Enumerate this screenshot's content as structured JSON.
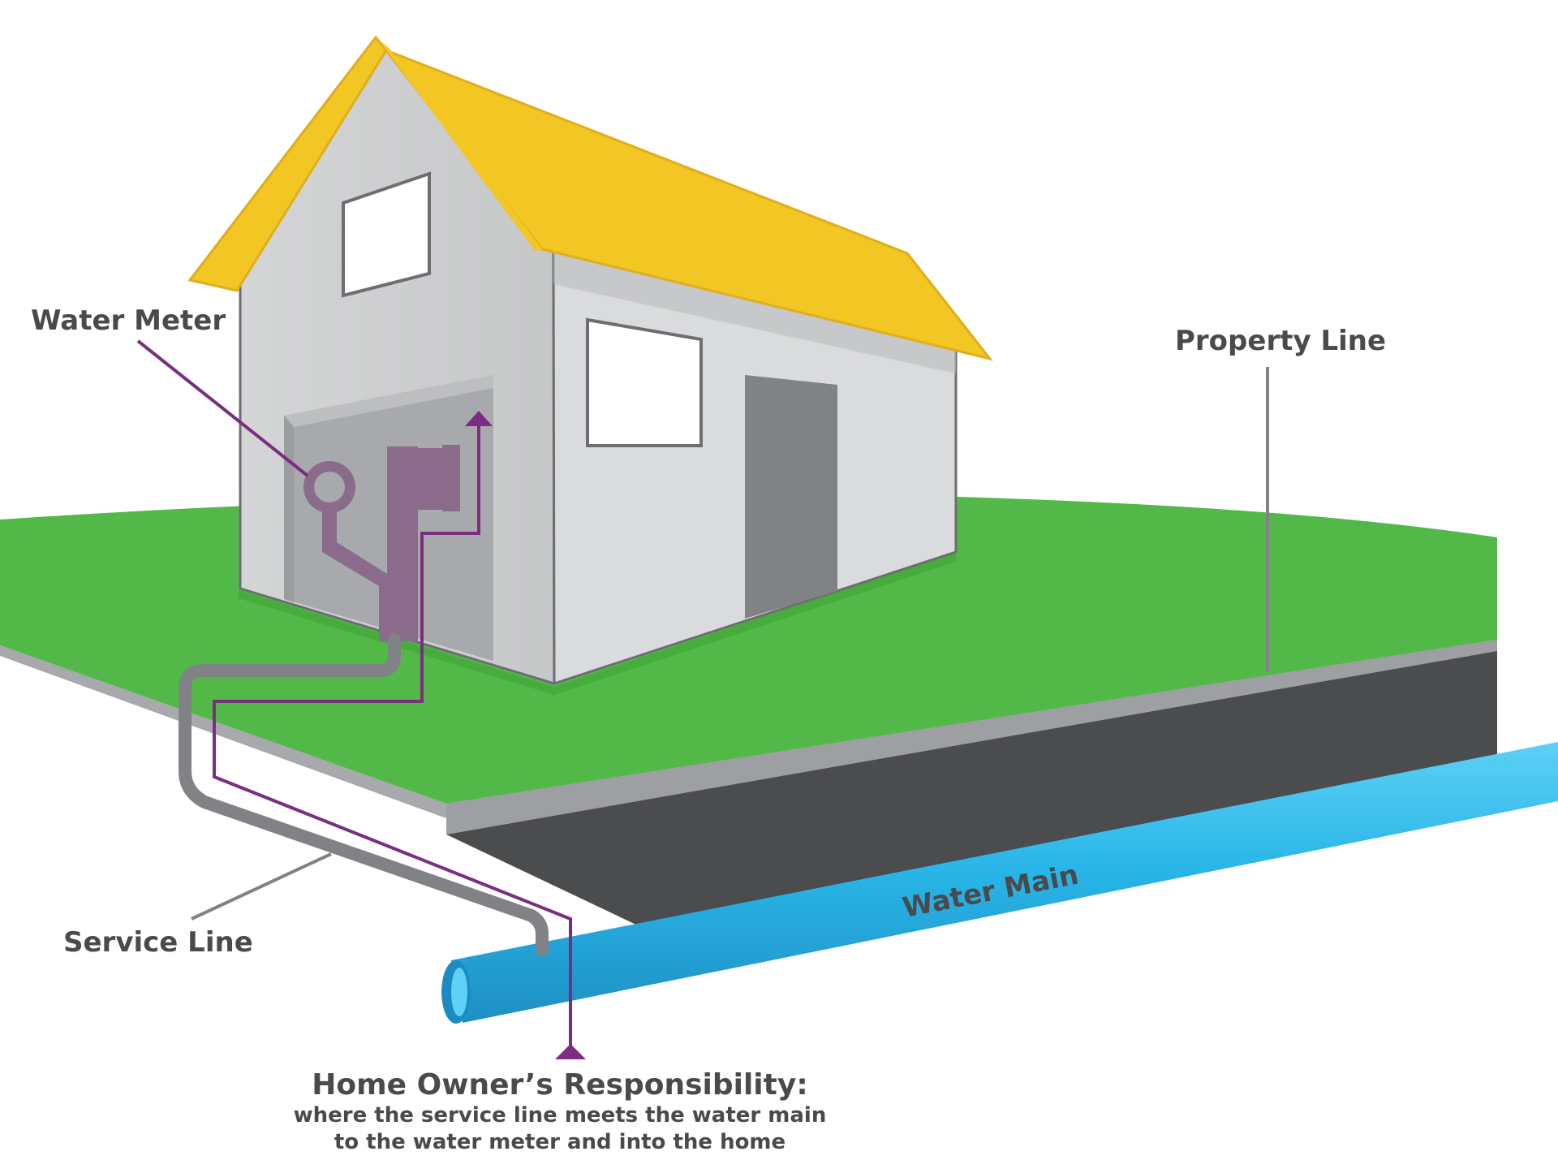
{
  "labels": {
    "water_meter": "Water Meter",
    "property_line": "Property Line",
    "service_line": "Service Line",
    "water_main": "Water Main",
    "responsibility_title": "Home Owner’s Responsibility:",
    "responsibility_line1": "where the service line meets the water main",
    "responsibility_line2": "to the water meter and into the home"
  },
  "colors": {
    "roof": "#f2c623",
    "roof_edge": "#e0ae1c",
    "house_front": "#cfd0d1",
    "house_side": "#dadbdc",
    "house_outline": "#6d6e71",
    "garage": "#a7a9ac",
    "door": "#808285",
    "window": "#ffffff",
    "grass": "#52b848",
    "curb": "#a7a9ac",
    "road": "#4b4c4e",
    "water_main": "#29b6e8",
    "service_line": "#808285",
    "meter": "#8a6b8c",
    "responsibility_path": "#7b2d82",
    "label_text": "#4a4a4c",
    "leader_line": "#808285"
  },
  "icons": {
    "responsibility_arrow_top": "triangle-up",
    "responsibility_arrow_bottom": "triangle-up"
  }
}
